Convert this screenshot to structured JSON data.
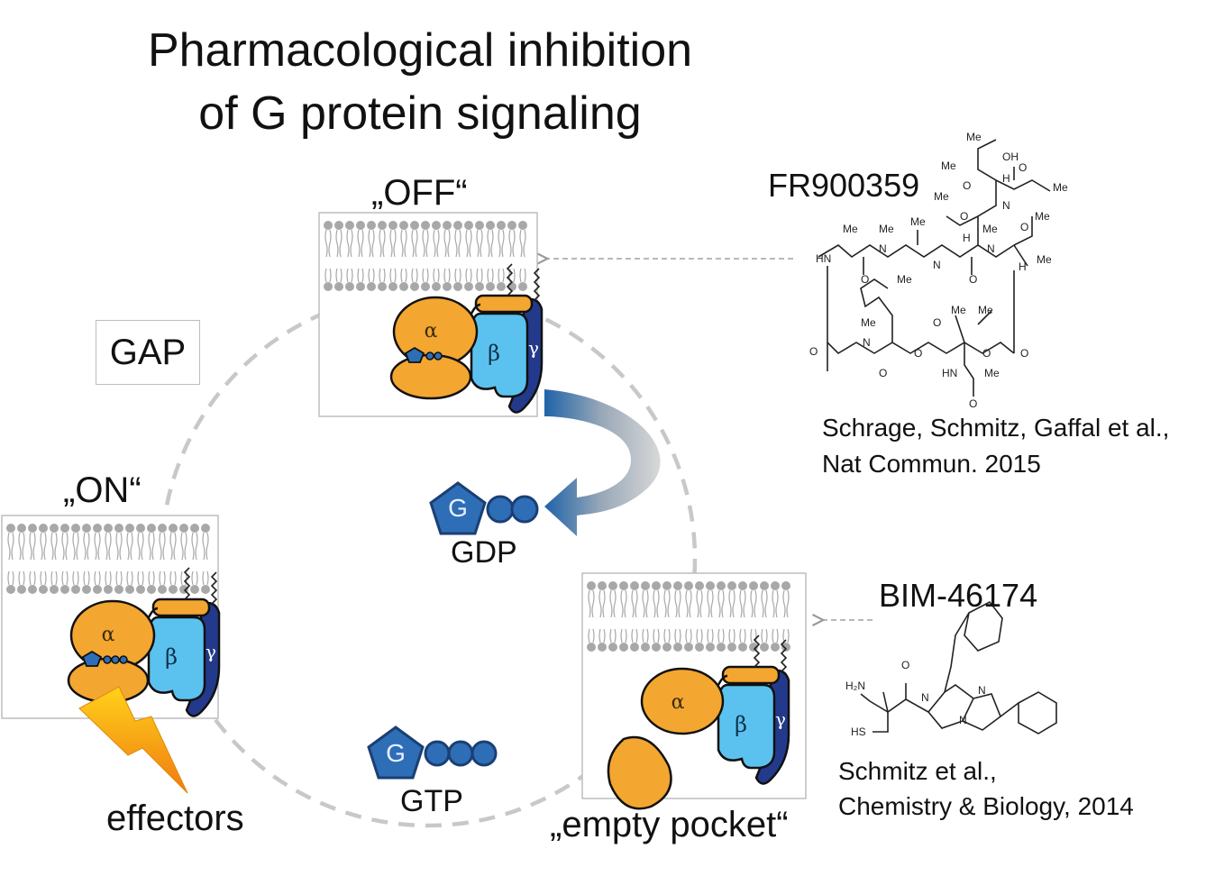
{
  "title": {
    "line1": "Pharmacological inhibition",
    "line2": "of G protein signaling"
  },
  "states": {
    "off": "„OFF“",
    "on": "„ON“",
    "empty": "„empty pocket“"
  },
  "gap_label": "GAP",
  "nucleotides": {
    "gdp": "GDP",
    "gtp": "GTP",
    "g_letter": "G"
  },
  "effectors_label": "effectors",
  "subunits": {
    "alpha": "α",
    "beta": "β",
    "gamma": "γ"
  },
  "inhibitors": {
    "fr": {
      "name": "FR900359",
      "ref_line1": "Schrage, Schmitz, Gaffal et al.,",
      "ref_line2": "Nat Commun. 2015"
    },
    "bim": {
      "name": "BIM-46174",
      "ref_line1": "Schmitz et al.,",
      "ref_line2": "Chemistry & Biology, 2014"
    }
  },
  "structure_labels": {
    "me": "Me",
    "oh": "OH",
    "o": "O",
    "h": "H",
    "n": "N",
    "hn": "HN",
    "ome": "O",
    "h2n": "H₂N",
    "hs": "HS",
    "nh": "N"
  },
  "colors": {
    "alpha": "#f3a630",
    "beta": "#5bc2ef",
    "gamma": "#233a8c",
    "nucleotide": "#2e6eb6",
    "membrane": "#a8a8a8",
    "cycle": "#c8c8c8",
    "arrow_blue": "#1f63a8",
    "bolt": "#f5a21a"
  }
}
